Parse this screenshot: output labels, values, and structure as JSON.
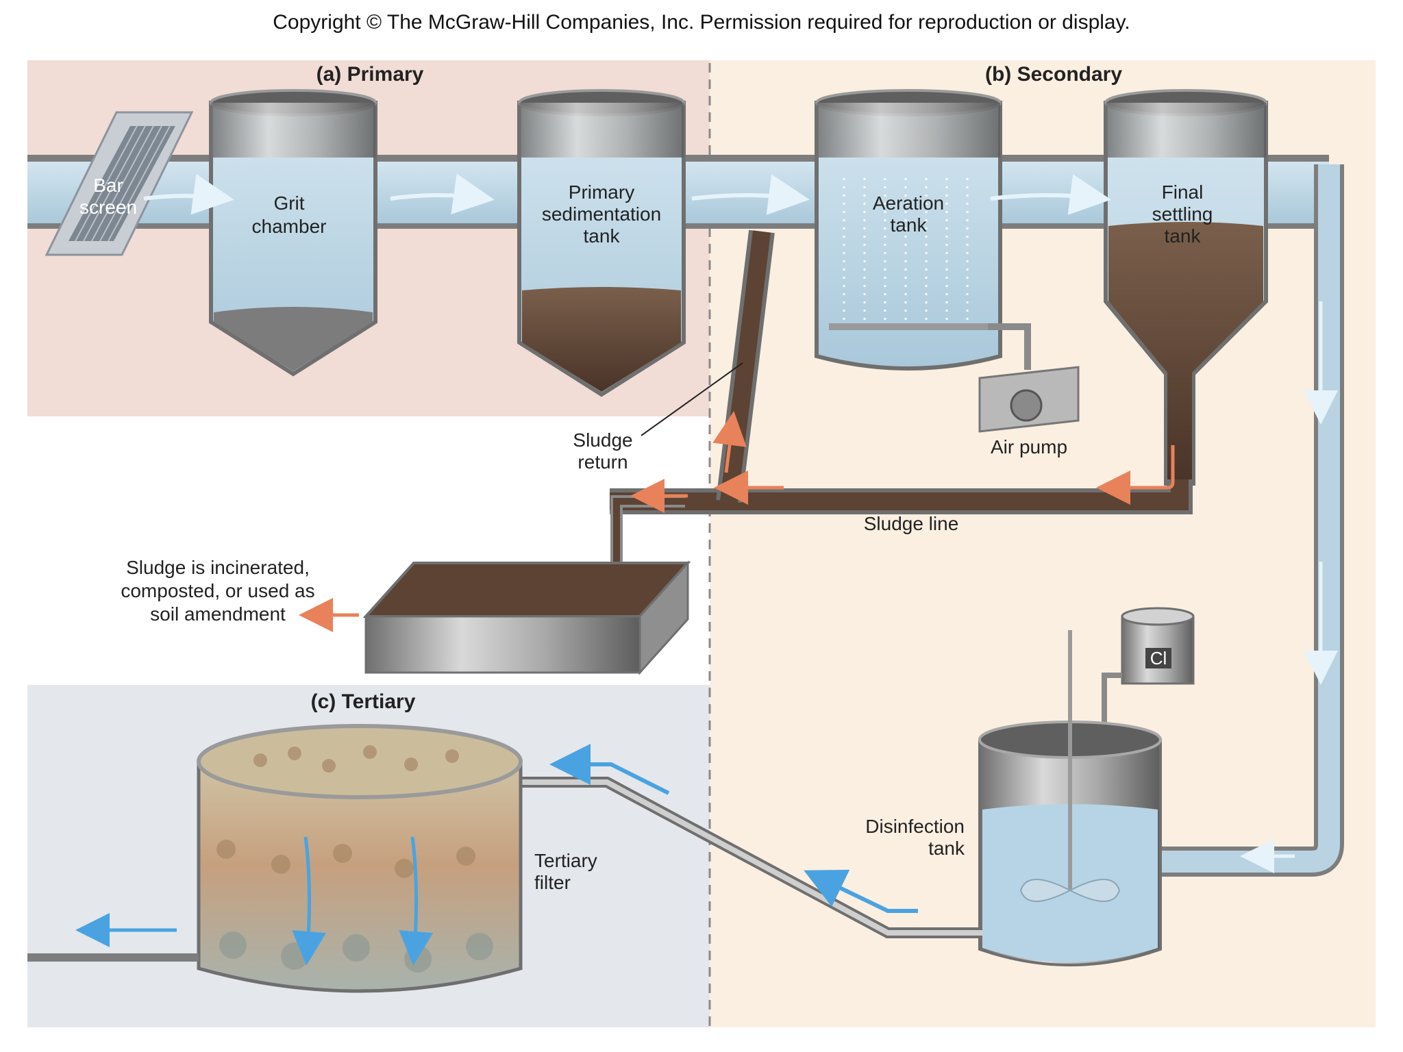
{
  "copyright": "Copyright © The McGraw-Hill Companies, Inc. Permission required for reproduction or display.",
  "sections": {
    "primary": "(a) Primary",
    "secondary": "(b) Secondary",
    "tertiary": "(c) Tertiary"
  },
  "labels": {
    "bar_screen": [
      "Bar",
      "screen"
    ],
    "grit_chamber": [
      "Grit",
      "chamber"
    ],
    "primary_sedimentation": [
      "Primary",
      "sedimentation",
      "tank"
    ],
    "aeration_tank": [
      "Aeration",
      "tank"
    ],
    "final_settling": [
      "Final",
      "settling",
      "tank"
    ],
    "air_pump": "Air pump",
    "sludge_return": [
      "Sludge",
      "return"
    ],
    "sludge_line": "Sludge line",
    "sludge_fate": [
      "Sludge is incinerated,",
      "composted, or used as",
      "soil amendment"
    ],
    "disinfection_tank": [
      "Disinfection",
      "tank"
    ],
    "tertiary_filter": [
      "Tertiary",
      "filter"
    ],
    "chlorine": "Cl"
  },
  "colors": {
    "primary_bg": "#f1dcd6",
    "secondary_bg": "#fbefe1",
    "tertiary_bg": "#e4e7ec",
    "water": "#bcd6e4",
    "sludge": "#5c4334",
    "flow_arrow": "#4aa3e0",
    "sludge_arrow": "#e8825a",
    "metal": "#8d8d8d"
  }
}
